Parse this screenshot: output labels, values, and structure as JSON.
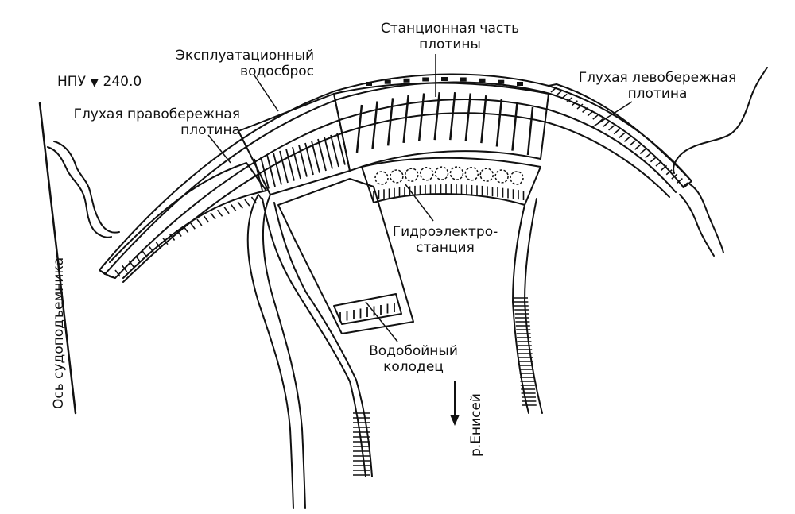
{
  "labels": {
    "npu": "НПУ",
    "npu_value": "240.0",
    "station_part": [
      "Станционная часть",
      "плотины"
    ],
    "spillway": [
      "Эксплуатационный",
      "водосброс"
    ],
    "right_bank_dam": [
      "Глухая правобережная",
      "плотина"
    ],
    "left_bank_dam": [
      "Глухая левобережная",
      "плотина"
    ],
    "hydro_station": [
      "Гидроэлектро-",
      "станция"
    ],
    "stilling_basin": [
      "Водобойный",
      "колодец"
    ],
    "ship_lift_axis": "Ось судоподъемника",
    "river": "р.Енисей"
  },
  "icons": {
    "level_marker": "triangle-down-icon",
    "flow_arrow": "arrow-down-icon"
  },
  "colors": {
    "ink": "#111111",
    "paper": "#ffffff"
  }
}
